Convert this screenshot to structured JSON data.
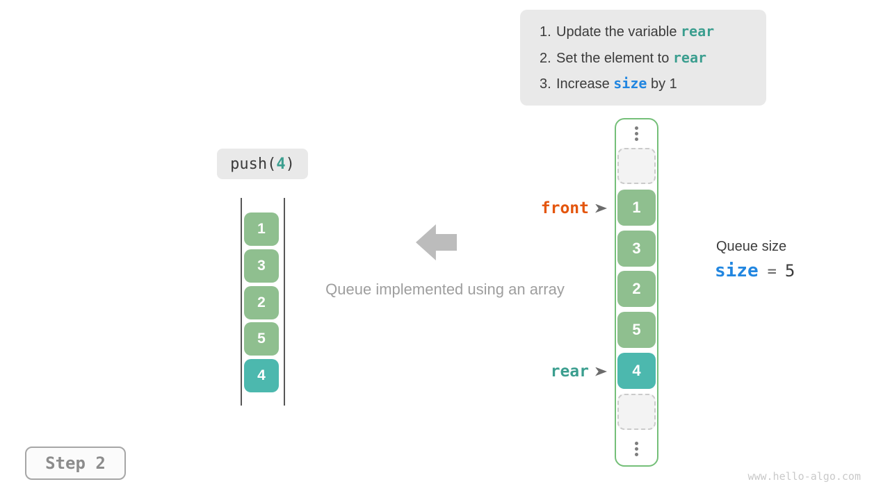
{
  "colors": {
    "cell_green": "#8fbf8f",
    "cell_teal": "#4cb8ae",
    "array_border_green": "#74bf78",
    "code_teal": "#3b9e8f",
    "code_blue": "#2186e0",
    "front_orange": "#e4560e",
    "panel_gray": "#e9e9e9",
    "arrow_gray": "#bcbcbc"
  },
  "instructions": {
    "items": [
      {
        "num": "1.",
        "pre": "Update the variable ",
        "code": "rear",
        "post": ""
      },
      {
        "num": "2.",
        "pre": "Set the element to ",
        "code": "rear",
        "post": ""
      },
      {
        "num": "3.",
        "pre": "Increase ",
        "code": "size",
        "post": " by 1"
      }
    ]
  },
  "operation": {
    "open": "push(",
    "arg": "4",
    "close": ")"
  },
  "stack": {
    "values": [
      "1",
      "3",
      "2",
      "5",
      "4"
    ]
  },
  "caption": "Queue implemented using an array",
  "array": {
    "values": [
      "1",
      "3",
      "2",
      "5",
      "4"
    ],
    "front_label": "front",
    "rear_label": "rear"
  },
  "queue_size": {
    "title": "Queue size",
    "variable": "size",
    "equals": "=",
    "value": "5"
  },
  "step_label": "Step 2",
  "watermark": "www.hello-algo.com"
}
